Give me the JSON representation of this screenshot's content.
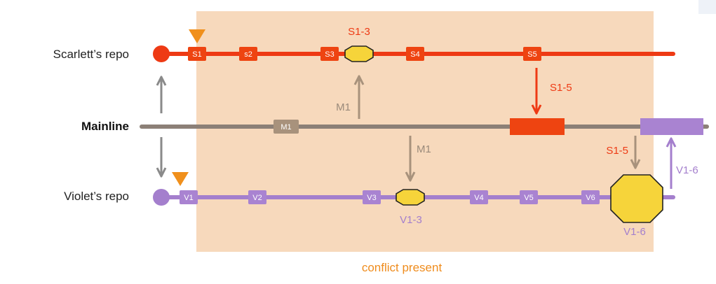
{
  "repos": {
    "scarlett": {
      "label": "Scarlett’s repo",
      "color": "#ee3a14"
    },
    "mainline": {
      "label": "Mainline",
      "color": "#8c8077"
    },
    "violet": {
      "label": "Violet’s repo",
      "color": "#a47fcd"
    }
  },
  "commits": {
    "scarlett": [
      "S1",
      "s2",
      "S3",
      "S4",
      "S5"
    ],
    "mainline": [
      "M1"
    ],
    "violet": [
      "V1",
      "V2",
      "V3",
      "V4",
      "V5",
      "V6"
    ]
  },
  "conflicts": {
    "s1_3": "S1-3",
    "v1_3": "V1-3",
    "v1_6": "V1-6"
  },
  "arrow_labels": {
    "m1_up": "M1",
    "m1_down": "M1",
    "s1_5_to_mainline": "S1-5",
    "s1_5_to_violet": "S1-5",
    "v1_6_to_mainline": "V1-6"
  },
  "region": {
    "label": "conflict present",
    "color": "#f7d9bc",
    "label_color": "#ef8c1d"
  },
  "colors": {
    "scarlett_commit": "#ee4411",
    "mainline_commit": "#a8927c",
    "violet_commit": "#a983d1",
    "conflict_fill": "#f6d43a",
    "marker": "#f0901c",
    "sync_arrow": "#8a8a8a"
  }
}
